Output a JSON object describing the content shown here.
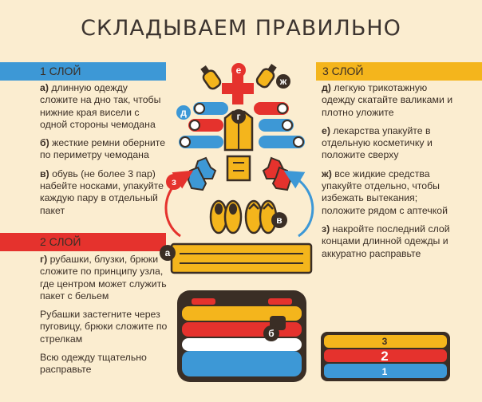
{
  "title": "СКЛАДЫВАЕМ ПРАВИЛЬНО",
  "layer1": {
    "heading": "1 СЛОЙ",
    "items": [
      {
        "letter": "а)",
        "text": " длинную одежду сложите на дно так, чтобы нижние края висели с одной стороны чемодана"
      },
      {
        "letter": "б)",
        "text": " жесткие ремни оберните по периметру чемодана"
      },
      {
        "letter": "в)",
        "text": " обувь (не более 3 пар) набейте носками, упакуйте каждую пару в отдельный пакет"
      }
    ]
  },
  "layer2": {
    "heading": "2 СЛОЙ",
    "items": [
      {
        "letter": "г)",
        "text": " рубашки, блузки, брюки сложите по принципу узла, где центром может служить пакет с бельем"
      },
      {
        "letter": "",
        "text": "Рубашки застегните через пуговицу, брюки сложите по стрелкам"
      },
      {
        "letter": "",
        "text": "Всю одежду тщательно расправьте"
      }
    ]
  },
  "layer3": {
    "heading": "3 СЛОЙ",
    "items": [
      {
        "letter": "д)",
        "text": " легкую трикотажную одежду скатайте валиками и плотно уложите"
      },
      {
        "letter": "е)",
        "text": " лекарства упакуйте в отдельную косметичку и положите сверху"
      },
      {
        "letter": "ж)",
        "text": " все жидкие средства упакуйте отдельно, чтобы избежать вытекания; положите рядом с аптечкой"
      },
      {
        "letter": "з)",
        "text": " накройте последний слой концами длинной одежды и аккуратно расправьте"
      }
    ]
  },
  "markers": {
    "a": "а",
    "b": "б",
    "v": "в",
    "g": "г",
    "d": "д",
    "e": "е",
    "zh": "ж",
    "z": "з"
  },
  "stack_labels": {
    "l1": "1",
    "l2": "2",
    "l3": "3"
  },
  "colors": {
    "background": "#fbedd0",
    "blue": "#3d98d6",
    "red": "#e5322d",
    "yellow": "#f4b51c",
    "dark": "#3a2e25",
    "brown": "#8b6a4e"
  }
}
